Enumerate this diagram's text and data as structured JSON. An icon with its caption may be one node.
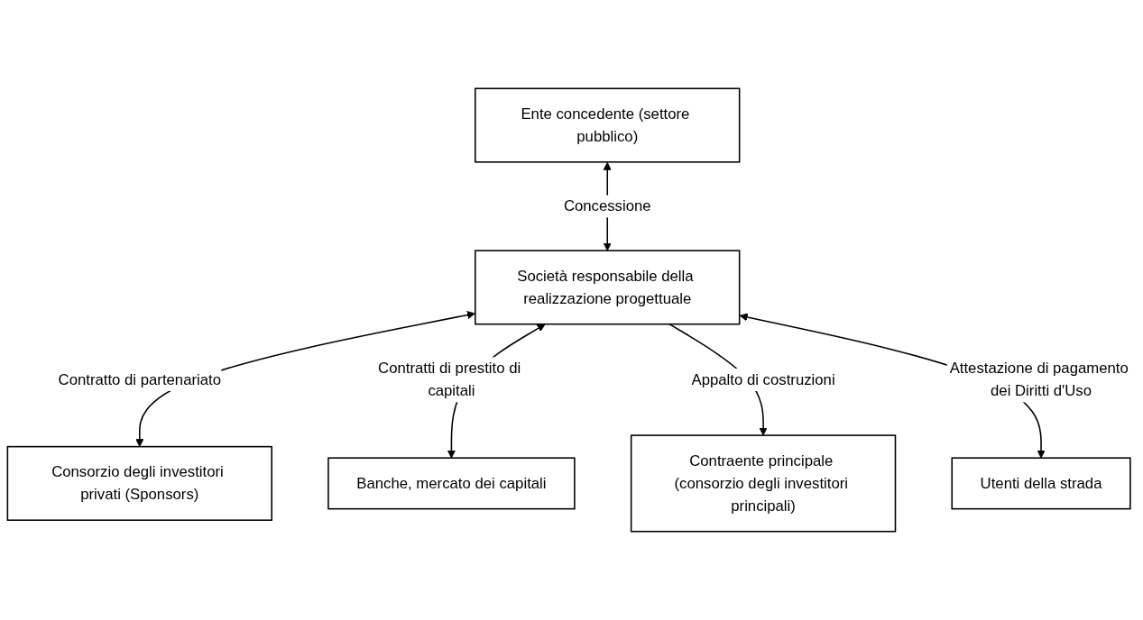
{
  "diagram": {
    "nodes": [
      {
        "text": [
          "Ente concedente (settore pubblico)"
        ]
      },
      {
        "text": [
          "Consorzio degli investitori privati (Sponsors)"
        ]
      },
      {
        "text": [
          "Società responsabile della realizzazione progettuale"
        ]
      },
      {
        "text": [
          "Banche, mercato dei capitali"
        ]
      },
      {
        "text": [
          "Contraente principale (consorzio degli investitori principali)"
        ]
      },
      {
        "text": [
          "Utenti della strada"
        ]
      }
    ],
    "edges": [
      {
        "from": 0,
        "to": 2,
        "arrow": "both",
        "label": "Concessione"
      },
      {
        "from": 2,
        "to": 1,
        "arrow": "both",
        "label": "Contratto di partenariato"
      },
      {
        "from": 2,
        "to": 3,
        "arrow": "both",
        "label": "Contratti di prestito di capitali"
      },
      {
        "from": 2,
        "to": 4,
        "arrow": "to",
        "label": "Appalto di costruzioni"
      },
      {
        "from": 2,
        "to": 5,
        "arrow": "both",
        "label": "Attestazione di pagamento dei Diritti d'Uso"
      }
    ]
  }
}
